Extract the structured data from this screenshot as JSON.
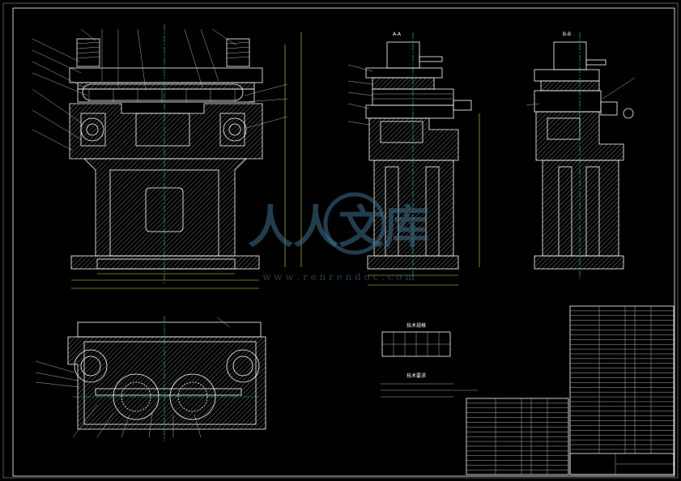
{
  "drawing": {
    "section_label_a": "A-A",
    "section_label_b": "B-B",
    "tech_specs_title": "技术规格",
    "tech_requirements_title": "技术要求",
    "colors": {
      "background": "#000000",
      "line": "#ffffff",
      "centerline": "#22cccc",
      "dimension": "#dddd33",
      "hatch": "#aaaaaa"
    }
  },
  "watermark": {
    "logo": "人人文库",
    "url": "w w w . r e n r e n d o c . c o m"
  }
}
